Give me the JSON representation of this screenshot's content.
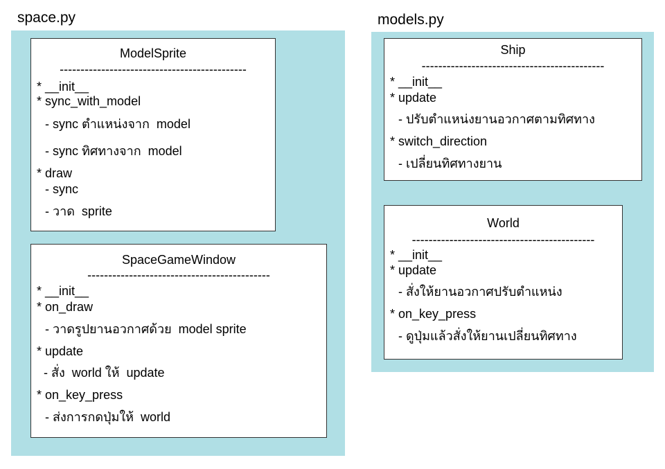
{
  "files": [
    {
      "name": "space.py",
      "classes": [
        {
          "name": "ModelSprite",
          "separator": "---------------------------------------------",
          "lines": [
            "* __init__",
            "* sync_with_model",
            "- sync ตำแหน่งจาก  model",
            "- sync ทิศทางจาก  model",
            "* draw",
            "- sync",
            "- วาด  sprite"
          ]
        },
        {
          "name": "SpaceGameWindow",
          "separator": "--------------------------------------------",
          "lines": [
            "* __init__",
            "* on_draw",
            "- วาดรูปยานอวกาศด้วย  model sprite",
            "* update",
            "- สั่ง  world ให้  update",
            "* on_key_press",
            "- ส่งการกดปุ่มให้  world"
          ]
        }
      ]
    },
    {
      "name": "models.py",
      "classes": [
        {
          "name": "Ship",
          "separator": "--------------------------------------------",
          "lines": [
            "* __init__",
            "* update",
            "- ปรับตำแหน่งยานอวกาศตามทิศทาง",
            "* switch_direction",
            "- เปลี่ยนทิศทางยาน"
          ]
        },
        {
          "name": "World",
          "separator": "--------------------------------------------",
          "lines": [
            "* __init__",
            "* update",
            "- สั่งให้ยานอวกาศปรับตำแหน่ง",
            "* on_key_press",
            "- ดูปุ่มแล้วสั่งให้ยานเปลี่ยนทิศทาง"
          ]
        }
      ]
    }
  ]
}
